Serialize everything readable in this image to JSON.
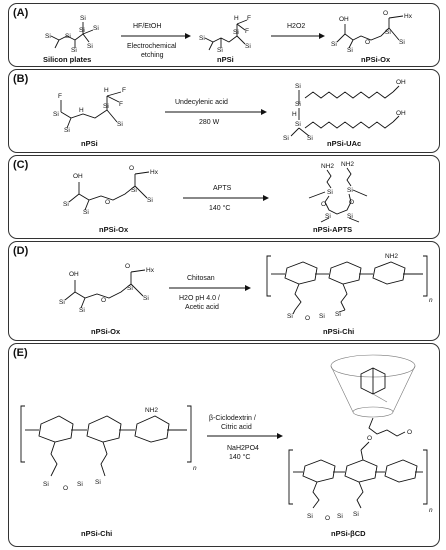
{
  "panels": {
    "A": {
      "label": "(A)",
      "start_name": "Silicon plates",
      "step1_reagent": "HF/EtOH",
      "step1_condition_line1": "Electrochemical",
      "step1_condition_line2": "etching",
      "mid_name": "nPSi",
      "step2_reagent": "H2O2",
      "product_name": "nPSi-Ox"
    },
    "B": {
      "label": "(B)",
      "start_name": "nPSi",
      "reagent": "Undecylenic acid",
      "condition": "280 W",
      "product_name": "nPSi-UAc"
    },
    "C": {
      "label": "(C)",
      "start_name": "nPSi-Ox",
      "reagent": "APTS",
      "condition": "140 °C",
      "product_name": "nPSi-APTS"
    },
    "D": {
      "label": "(D)",
      "start_name": "nPSi-Ox",
      "reagent": "Chitosan",
      "condition_line1": "H2O pH 4.0 /",
      "condition_line2": "Acetic acid",
      "product_name": "nPSi-Chi"
    },
    "E": {
      "label": "(E)",
      "start_name": "nPSi-Chi",
      "reagent_line1": "β-Ciclodextrin /",
      "reagent_line2": "Citric acid",
      "condition_line1": "NaH2PO4",
      "condition_line2": "140 °C",
      "product_name": "nPSi-βCD"
    }
  },
  "atoms": {
    "si": "Si",
    "h": "H",
    "f": "F",
    "oh": "OH",
    "o": "O",
    "hx": "Hx",
    "nh2": "NH2",
    "n": "n"
  }
}
